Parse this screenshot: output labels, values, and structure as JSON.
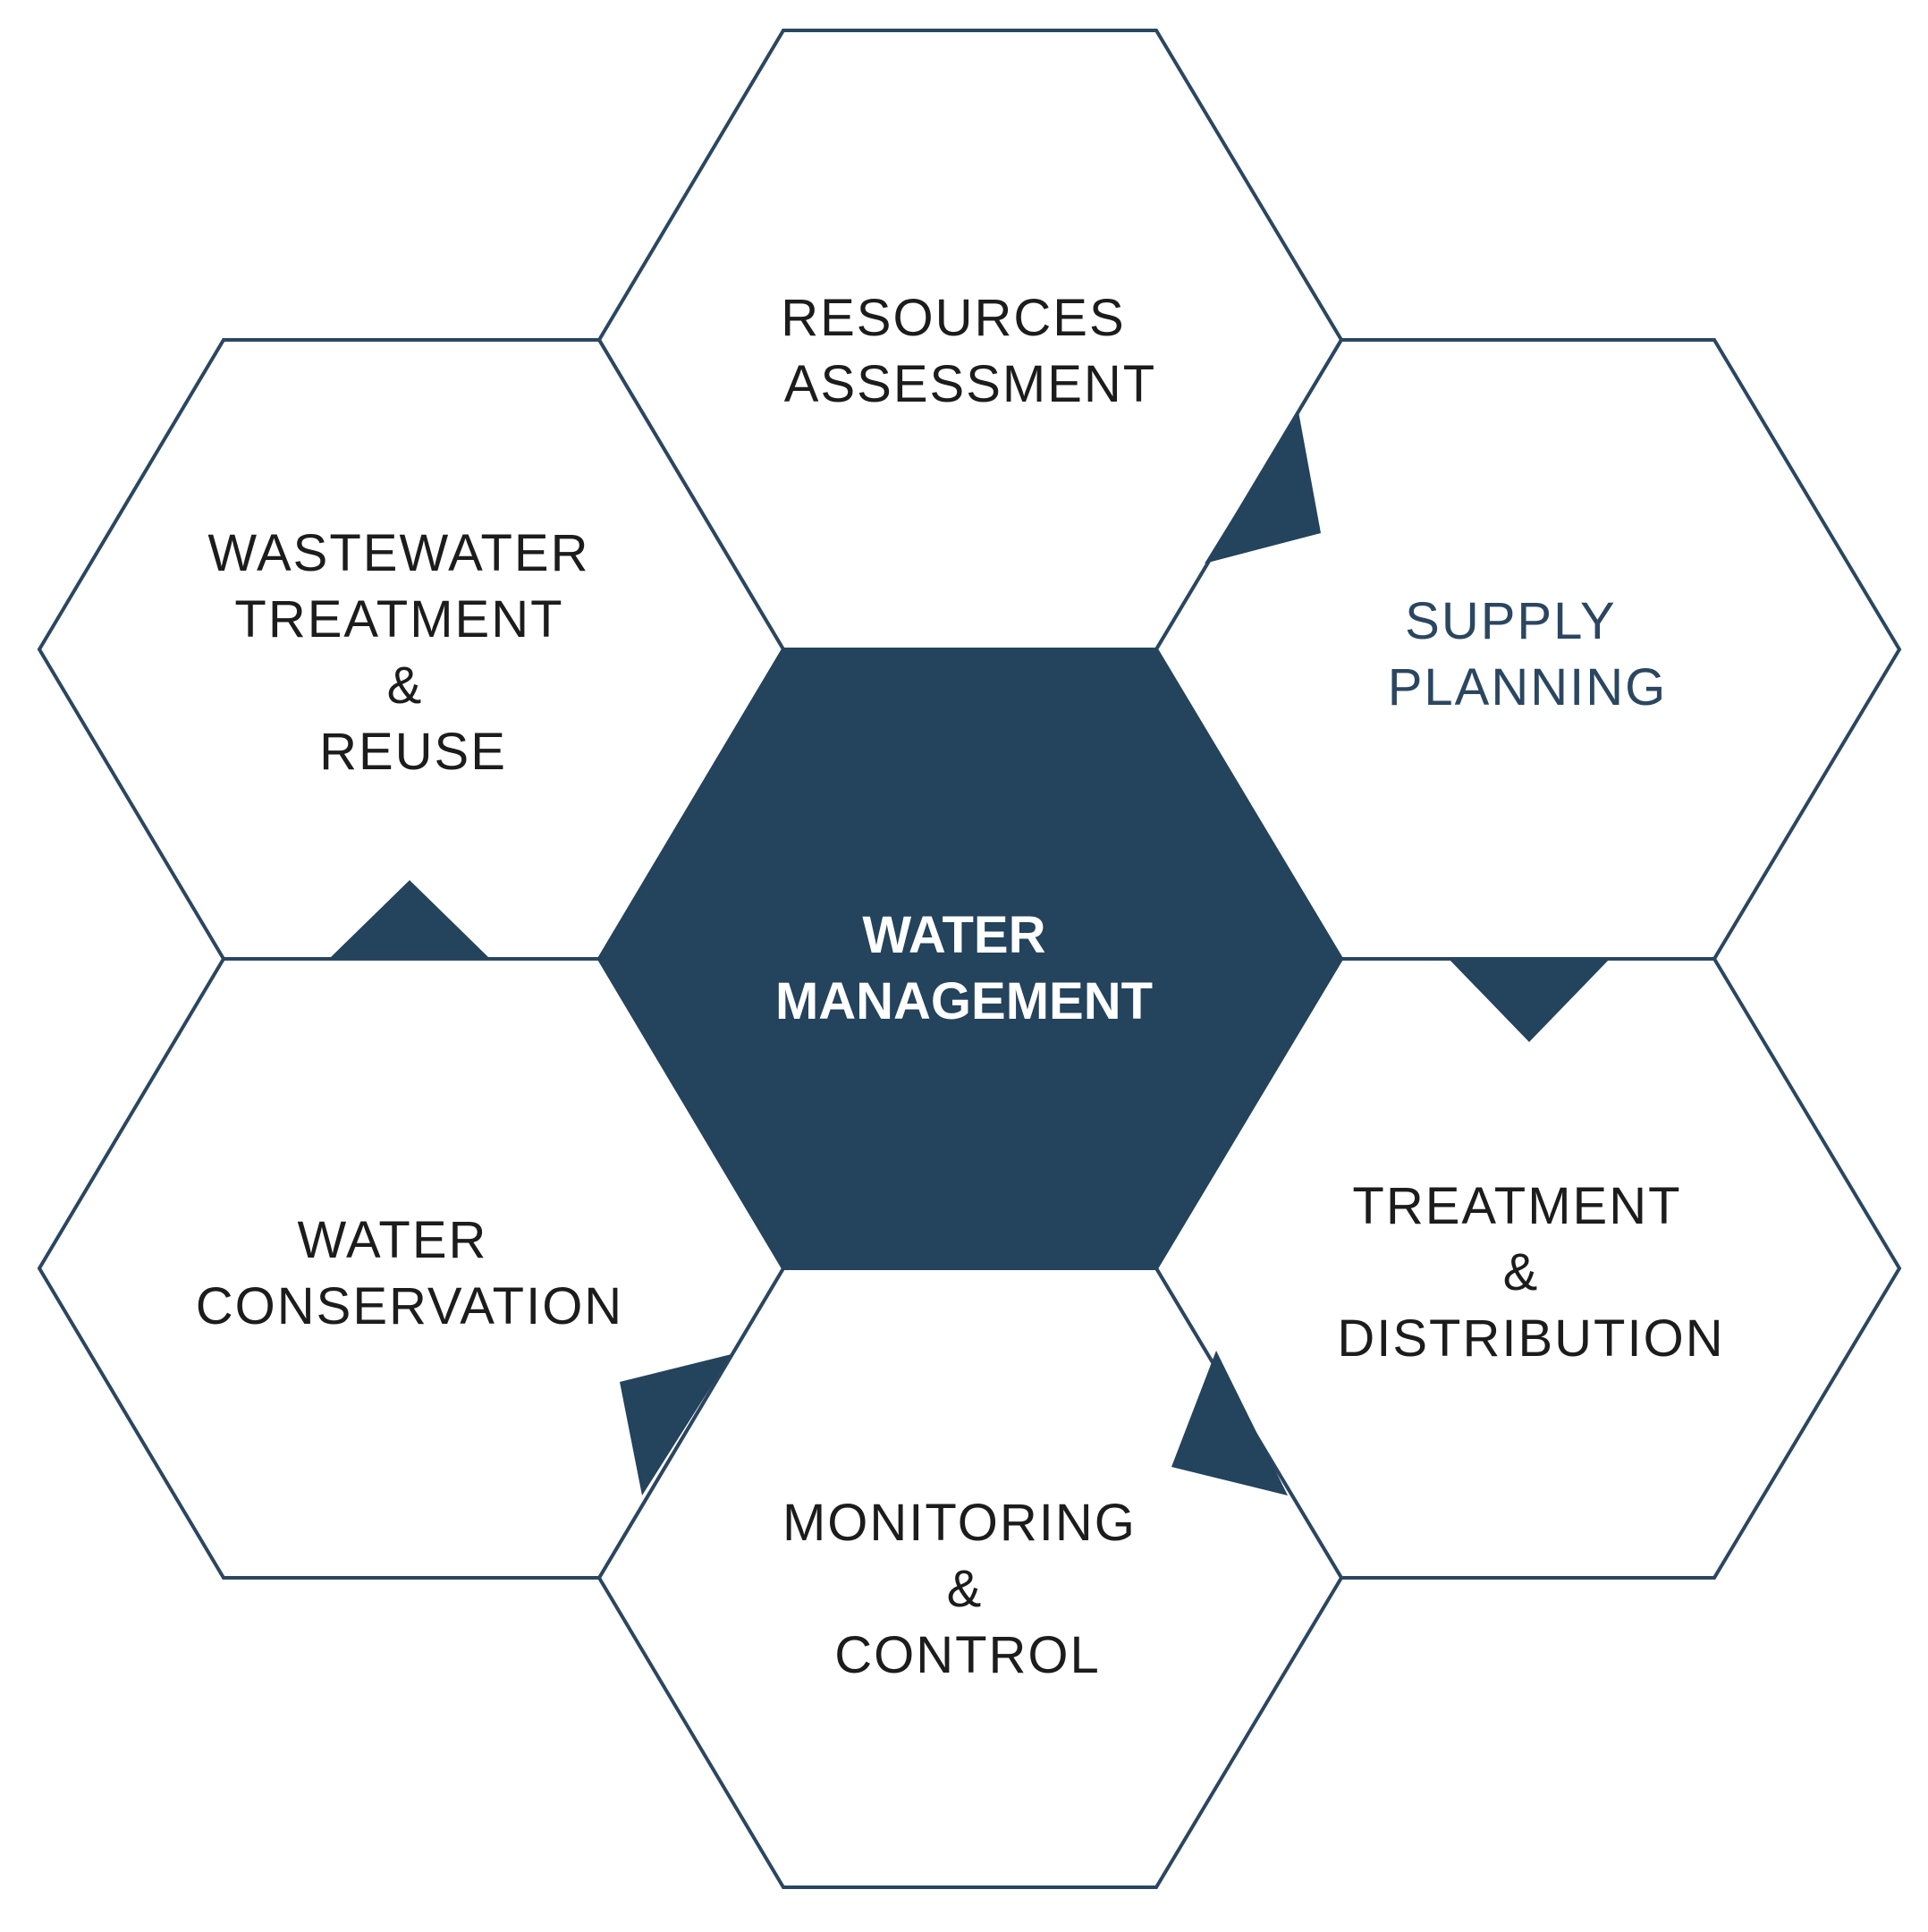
{
  "diagram": {
    "center": {
      "lines": [
        "WATER",
        "MANAGEMENT"
      ]
    },
    "colors": {
      "accent": "#24435c",
      "outline": "#2b4660",
      "text": "#1c1c1c"
    },
    "nodes": [
      {
        "id": "resources-assessment",
        "lines": [
          "RESOURCES",
          "ASSESSMENT"
        ]
      },
      {
        "id": "supply-planning",
        "lines": [
          "SUPPLY",
          "PLANNING"
        ]
      },
      {
        "id": "treatment-distribution",
        "lines": [
          "TREATMENT",
          "&",
          "DISTRIBUTION"
        ]
      },
      {
        "id": "monitoring-control",
        "lines": [
          "MONITORING",
          "&",
          "CONTROL"
        ]
      },
      {
        "id": "water-conservation",
        "lines": [
          "WATER",
          "CONSERVATION"
        ]
      },
      {
        "id": "wastewater-treatment-reuse",
        "lines": [
          "WASTEWATER",
          "TREATMENT",
          "&",
          "REUSE"
        ]
      }
    ]
  }
}
